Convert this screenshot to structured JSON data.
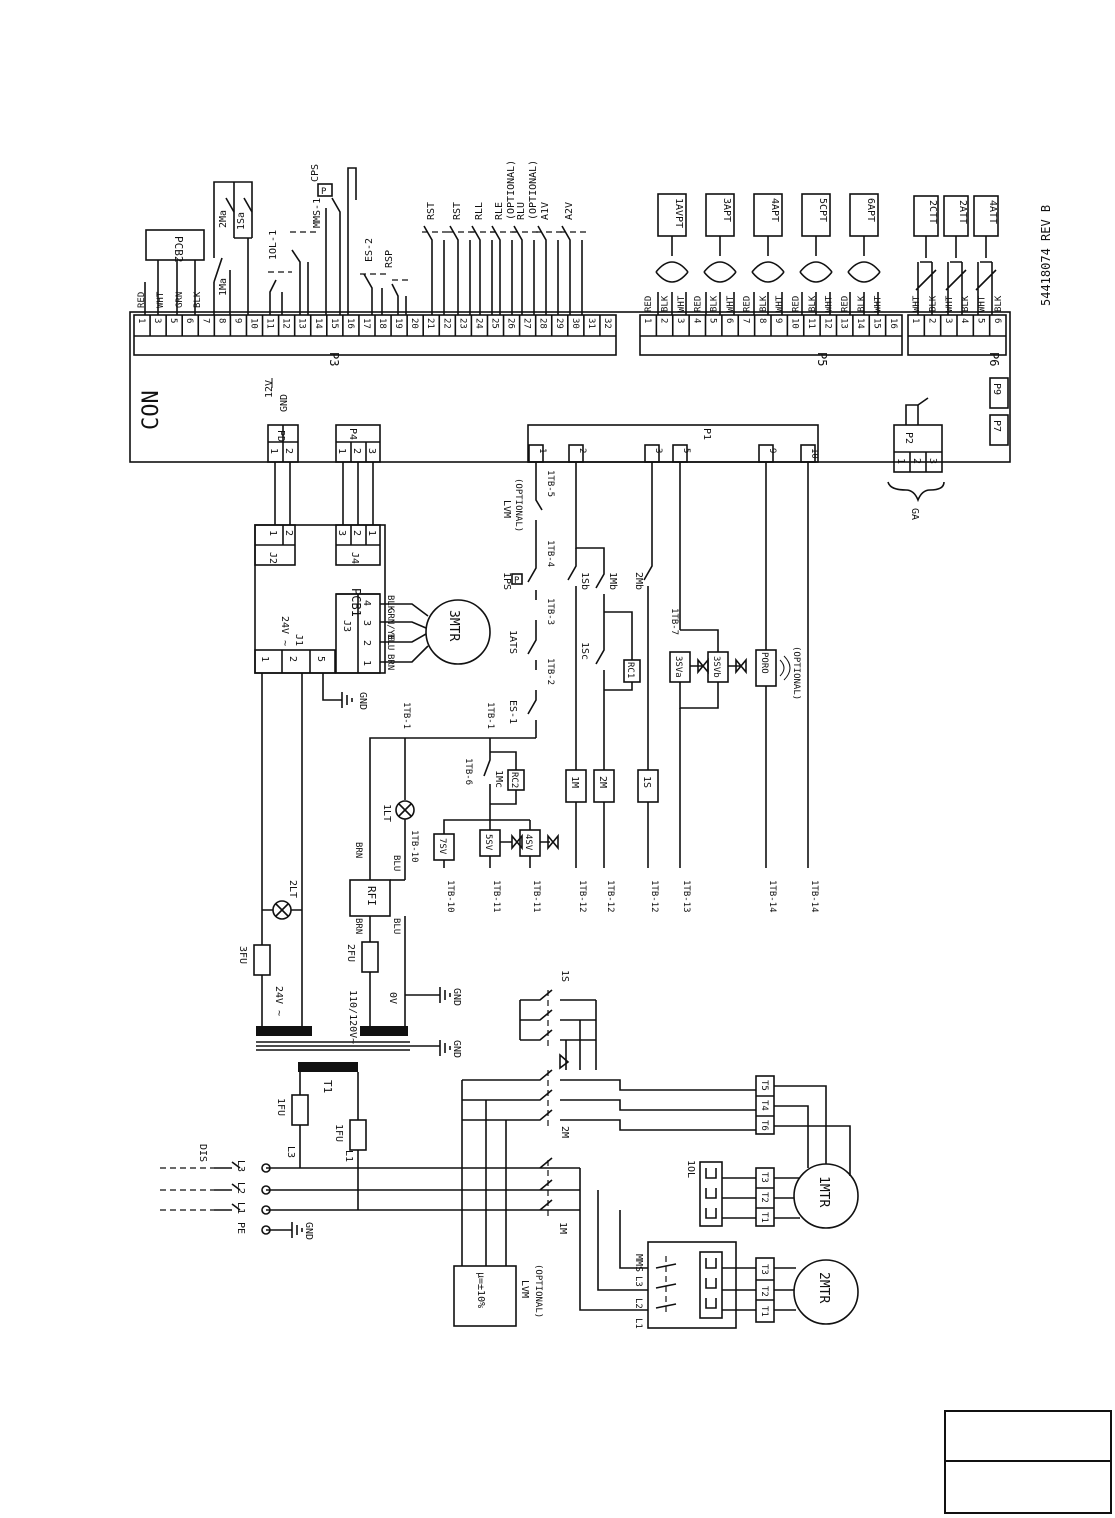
{
  "drawing_number": "54418074 REV B",
  "controller_label": "CON",
  "p3": {
    "label": "P3",
    "pins": [
      "1",
      "3",
      "5",
      "6",
      "7",
      "8",
      "9",
      "10",
      "11",
      "12",
      "13",
      "14",
      "15",
      "16",
      "17",
      "18",
      "19",
      "20",
      "21",
      "22",
      "23",
      "24",
      "25",
      "26",
      "27",
      "28",
      "29",
      "30",
      "31",
      "32"
    ],
    "wire_colors": [
      "RED",
      "WHT",
      "GRN",
      "BLK"
    ],
    "devices": [
      "PCB2",
      "2Ma",
      "1Sa",
      "1Ma",
      "1OL-1",
      "MMS-1",
      "CPS",
      "P",
      "ES-2",
      "RSP",
      "RST",
      "RST",
      "RLL",
      "RLE",
      "(OPTIONAL)",
      "RLU",
      "(OPTIONAL)",
      "A1V",
      "A2V"
    ]
  },
  "p5": {
    "label": "P5",
    "pins": [
      "1",
      "2",
      "3",
      "4",
      "5",
      "6",
      "7",
      "8",
      "9",
      "10",
      "11",
      "12",
      "13",
      "14",
      "15",
      "16"
    ],
    "wire_colors": [
      "RED",
      "BLK",
      "WHT",
      "RED",
      "BLK",
      "WHT",
      "RED",
      "BLK",
      "WHT",
      "RED",
      "BLK",
      "WHT",
      "RED",
      "BLK",
      "WHT"
    ],
    "sensors": [
      "1AVPT",
      "3APT",
      "4APT",
      "5CPT",
      "6APT"
    ]
  },
  "p6": {
    "label": "P6",
    "pins": [
      "1",
      "2",
      "3",
      "4",
      "5",
      "6"
    ],
    "wire_colors": [
      "WHT",
      "BLK",
      "WHT",
      "BLK",
      "WHT",
      "BLK"
    ],
    "sensors": [
      "2CTT",
      "2ATT",
      "4ATT"
    ]
  },
  "pd": {
    "label": "PD",
    "pins": [
      "1",
      "2"
    ],
    "signals": [
      "12V",
      "GND"
    ]
  },
  "p4": {
    "label": "P4",
    "pins": [
      "1",
      "2",
      "3"
    ]
  },
  "p1": {
    "label": "P1",
    "pins": [
      "1",
      "2",
      "3",
      "5",
      "9",
      "10"
    ]
  },
  "p2": {
    "label": "P2",
    "pins": [
      "1",
      "2",
      "3"
    ]
  },
  "p7": "P7",
  "p9": "P9",
  "ga": "GA",
  "pcb1": {
    "label": "PCB1",
    "voltage": "24V ~",
    "connectors": [
      "J1",
      "J2",
      "J3",
      "J4"
    ],
    "j1_pins": [
      "1",
      "2",
      "5"
    ],
    "j2_pins": [
      "1",
      "2"
    ],
    "j4_pins": [
      "3",
      "2",
      "1"
    ],
    "j3_pins": [
      "1",
      "2",
      "3",
      "4"
    ],
    "j3_wires": [
      "BRN",
      "BLU",
      "GRN/YEL",
      "BLK"
    ],
    "gnd": "GND"
  },
  "motors": {
    "m3": "3MTR",
    "m1": "1MTR",
    "m2": "2MTR"
  },
  "control_circuit": {
    "1tb_labels": [
      "1TB-5",
      "1TB-4",
      "1TB-3",
      "1TB-2",
      "1TB-1",
      "1TB-1",
      "1TB-6",
      "1TB-10",
      "1TB-7"
    ],
    "lvm_label": "LVM",
    "optional": "(OPTIONAL)",
    "switches": [
      "1PS",
      "P",
      "1ATS",
      "ES-1",
      "1Sb",
      "1Mb",
      "2Mb",
      "1Sc",
      "1Mc"
    ],
    "relays": [
      "RC1",
      "RC2"
    ],
    "coils": [
      "1M",
      "2M",
      "1S"
    ],
    "valves": [
      "7SV",
      "5SV",
      "4SV",
      "3SVa",
      "3SVb"
    ],
    "poro": "PORO",
    "lamps": [
      "1LT",
      "2LT"
    ],
    "bottom_terminals": [
      "1TB-10",
      "1TB-11",
      "1TB-11",
      "1TB-12",
      "1TB-12",
      "1TB-12",
      "1TB-13",
      "1TB-14",
      "1TB-14"
    ]
  },
  "power": {
    "rfi": "RFI",
    "rfi_wires": [
      "BRN",
      "BLU",
      "BRN",
      "BLU"
    ],
    "fuses": [
      "3FU",
      "2FU",
      "1FU",
      "1FU"
    ],
    "transformer": "T1",
    "secondary_24v": "24V ~",
    "primary_v": "110/120V~",
    "ov": "0V",
    "gnd": "GND",
    "disconnect": "DIS",
    "lines": [
      "L1",
      "L2",
      "L3",
      "PE"
    ],
    "lines_top": [
      "L3",
      "L2",
      "L1"
    ],
    "contactors": [
      "1M",
      "2M",
      "1S"
    ],
    "overload": "1OL",
    "mms": "MMS",
    "mms_lines": [
      "L1",
      "L2",
      "L3"
    ],
    "m1_terms": [
      "T1",
      "T2",
      "T3",
      "T6",
      "T4",
      "T5"
    ],
    "m2_terms": [
      "T1",
      "T2",
      "T3"
    ],
    "lvm_box_text": "µ=±10%",
    "lvm": "LVM",
    "lvm_optional": "(OPTIONAL)"
  }
}
